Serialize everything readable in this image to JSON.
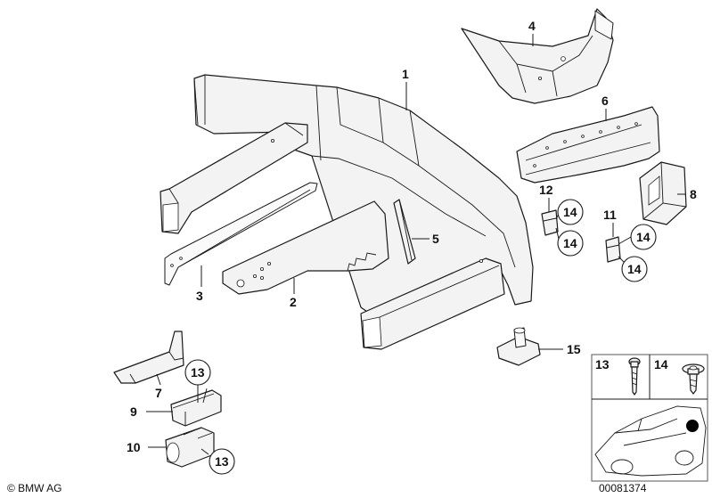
{
  "diagram": {
    "callouts": {
      "c1": "1",
      "c2": "2",
      "c3": "3",
      "c4": "4",
      "c5": "5",
      "c6": "6",
      "c7": "7",
      "c8": "8",
      "c9": "9",
      "c10": "10",
      "c11": "11",
      "c12": "12",
      "c13a": "13",
      "c13b": "13",
      "c14a": "14",
      "c14b": "14",
      "c14c": "14",
      "c14d": "14",
      "c15": "15"
    },
    "legend": {
      "bolt_label": "13",
      "screw_label": "14"
    },
    "copyright": "© BMW AG",
    "part_number": "00081374"
  }
}
